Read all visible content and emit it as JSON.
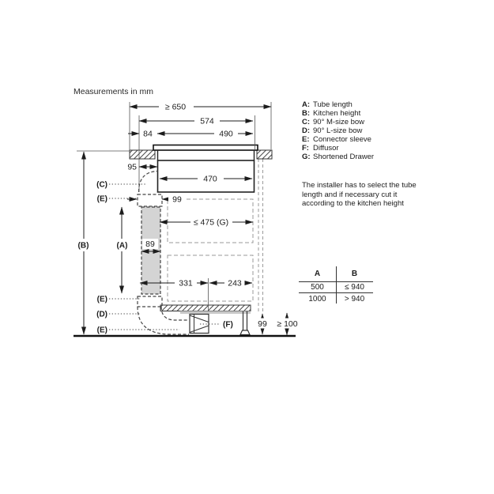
{
  "title": "Measurements in mm",
  "diagram": {
    "dims": {
      "min_width": "≥ 650",
      "hob_width": "574",
      "offset_84": "84",
      "cutout_490": "490",
      "depth_95": "95",
      "housing_470": "470",
      "sleeve_99": "99",
      "drawer_max": "≤ 475 (G)",
      "tube_89": "89",
      "dist_331": "331",
      "dist_243": "243",
      "clearance_99": "99",
      "plinth_min": "≥ 100"
    },
    "labels": {
      "a": "(A)",
      "b": "(B)",
      "c": "(C)",
      "d": "(D)",
      "e1": "(E)",
      "e2": "(E)",
      "e3": "(E)",
      "f": "(F)"
    }
  },
  "legend": {
    "items": [
      {
        "key": "A:",
        "text": "Tube length"
      },
      {
        "key": "B:",
        "text": "Kitchen height"
      },
      {
        "key": "C:",
        "text": "90° M-size bow"
      },
      {
        "key": "D:",
        "text": "90° L-size bow"
      },
      {
        "key": "E:",
        "text": "Connector sleeve"
      },
      {
        "key": "F:",
        "text": "Diffusor"
      },
      {
        "key": "G:",
        "text": "Shortened Drawer"
      }
    ]
  },
  "note": {
    "lines": [
      "The installer has to select the tube",
      "length and if necessary cut it",
      "according to the kitchen height"
    ]
  },
  "table": {
    "headers": [
      "A",
      "B"
    ],
    "rows": [
      [
        "500",
        "≤ 940"
      ],
      [
        "1000",
        "> 940"
      ]
    ]
  }
}
